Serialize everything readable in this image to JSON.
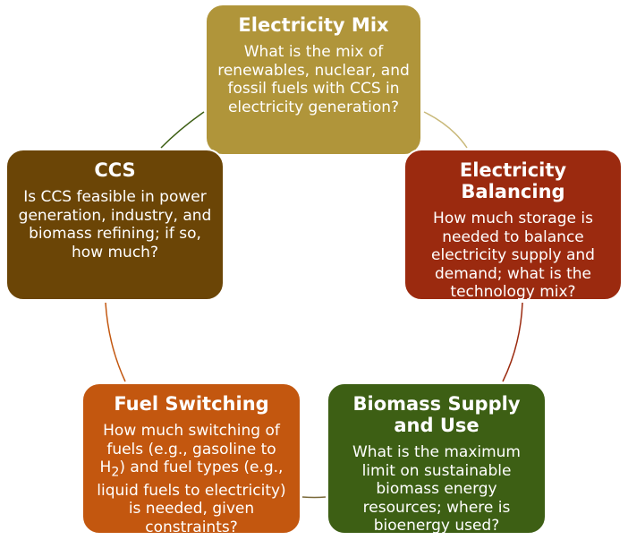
{
  "colors": {
    "electricity_mix": "#B0953A",
    "electricity_balancing": "#9B2A0F",
    "biomass": "#3D5F14",
    "fuel_switching": "#C3570F",
    "ccs": "#6B4506"
  },
  "nodes": {
    "electricity_mix": {
      "title": "Electricity Mix",
      "body": "What is the mix of renewables, nuclear, and fossil fuels with CCS in electricity generation?"
    },
    "electricity_balancing": {
      "title": "Electricity Balancing",
      "body": "How much storage is needed to balance electricity supply and demand; what is the technology mix?"
    },
    "biomass": {
      "title": "Biomass Supply and Use",
      "body": "What is the maximum limit on sustainable biomass energy resources; where is bioenergy used?"
    },
    "fuel_switching": {
      "title": "Fuel Switching",
      "body_before": "How much switching of fuels (e.g., gasoline to H",
      "body_sub": "2",
      "body_after": ") and fuel types (e.g., liquid fuels to electricity) is needed, given constraints?"
    },
    "ccs": {
      "title": "CCS",
      "body": "Is CCS feasible in power generation, industry, and biomass refining; if so, how much?"
    }
  }
}
